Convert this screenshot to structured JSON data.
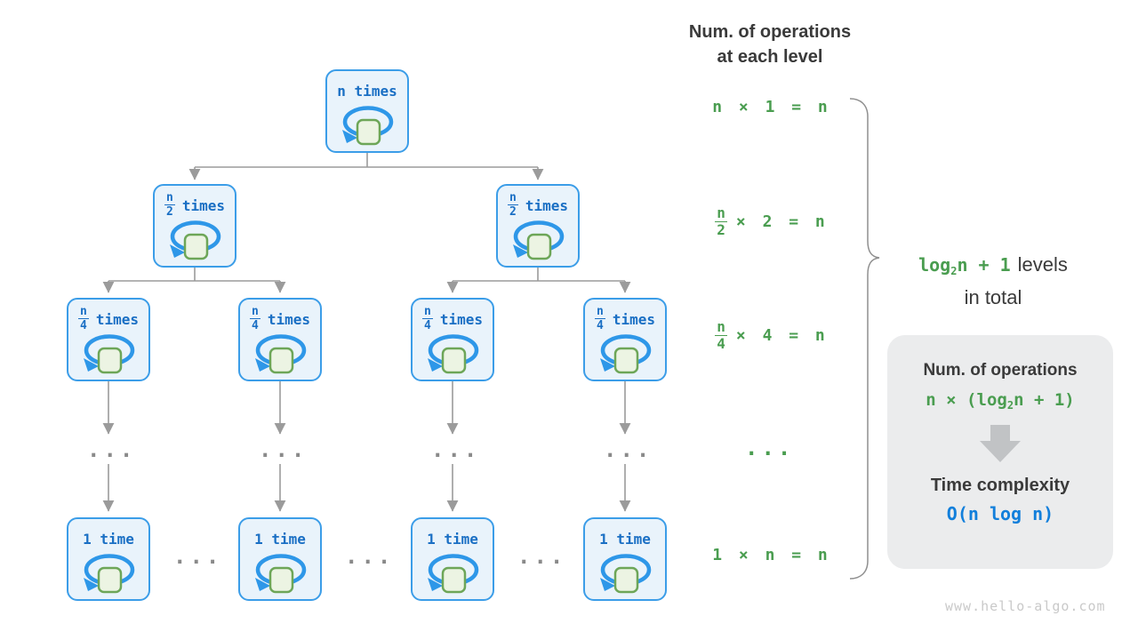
{
  "header": {
    "line1": "Num. of operations",
    "line2": "at each level"
  },
  "tree": {
    "root_label": "n times",
    "level2": [
      {
        "num": "n",
        "den": "2",
        "suffix": "times"
      },
      {
        "num": "n",
        "den": "2",
        "suffix": "times"
      }
    ],
    "level3": [
      {
        "num": "n",
        "den": "4",
        "suffix": "times"
      },
      {
        "num": "n",
        "den": "4",
        "suffix": "times"
      },
      {
        "num": "n",
        "den": "4",
        "suffix": "times"
      },
      {
        "num": "n",
        "den": "4",
        "suffix": "times"
      }
    ],
    "bottom": [
      {
        "label": "1 time"
      },
      {
        "label": "1 time"
      },
      {
        "label": "1 time"
      },
      {
        "label": "1 time"
      }
    ],
    "column_ellipsis": "...",
    "row_ellipsis": "..."
  },
  "formulas": {
    "level1": "n × 1 = n",
    "level2": {
      "num": "n",
      "den": "2",
      "rest": "× 2 = n"
    },
    "level3": {
      "num": "n",
      "den": "4",
      "rest": "× 4 = n"
    },
    "ellipsis": "...",
    "bottom": "1 × n = n"
  },
  "levels_note": {
    "log": "log",
    "sub": "2",
    "rest": "n + 1",
    "line1_text": "levels",
    "line2_text": "in total"
  },
  "summary_box": {
    "title": "Num. of operations",
    "formula_pre": "n × (",
    "formula_log": "log",
    "formula_sub": "2",
    "formula_post": "n + 1)",
    "subtitle": "Time complexity",
    "complexity": "O(n log n)"
  },
  "watermark": "www.hello-algo.com",
  "colors": {
    "node_border": "#3b9de8",
    "node_fill": "#e9f3fb",
    "node_text": "#1a6fc4",
    "loop_arrow": "#2e97e8",
    "square_fill": "#ecf4e3",
    "square_border": "#6da658",
    "green_text": "#4a9d50",
    "dark_text": "#3a3a3a",
    "connector_gray": "#9b9b9b",
    "infobox_bg": "#ebeced",
    "block_arrow": "#c1c3c5",
    "complexity_blue": "#127fdb",
    "watermark_gray": "#c9c9c9"
  }
}
